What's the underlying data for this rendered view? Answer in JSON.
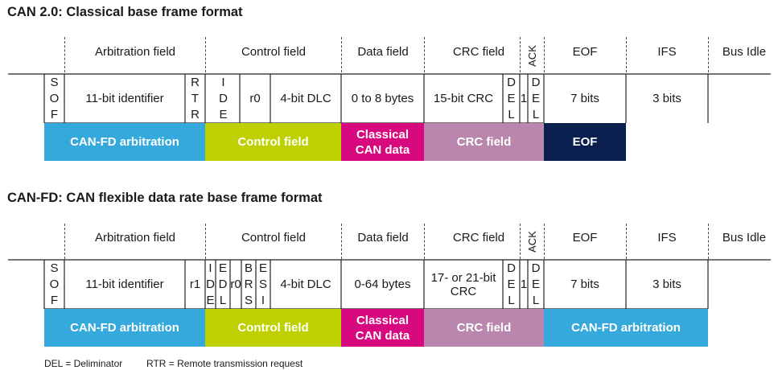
{
  "sections": [
    {
      "title": "CAN 2.0: Classical base frame format",
      "headers": {
        "arbitration": "Arbitration field",
        "control": "Control field",
        "data": "Data field",
        "crc": "CRC field",
        "ack": "ACK",
        "eof": "EOF",
        "ifs": "IFS",
        "bus_idle": "Bus Idle"
      },
      "bits": {
        "sof": [
          "S",
          "O",
          "F"
        ],
        "identifier": "11-bit identifier",
        "rtr": [
          "R",
          "T",
          "R"
        ],
        "ide": [
          "I",
          "D",
          "E"
        ],
        "r0": "r0",
        "dlc": "4-bit DLC",
        "data": "0 to 8 bytes",
        "crc": "15-bit CRC",
        "crc_del": [
          "D",
          "E",
          "L"
        ],
        "ack_slot": "1",
        "ack_del": [
          "D",
          "E",
          "L"
        ],
        "eof": "7 bits",
        "ifs": "3 bits"
      },
      "bars": [
        {
          "label": "CAN-FD arbitration",
          "color": "#36a9dc"
        },
        {
          "label": "Control field",
          "color": "#bed000"
        },
        {
          "label": "Classical CAN data",
          "color": "#d8097e"
        },
        {
          "label": "CRC field",
          "color": "#b987ad"
        },
        {
          "label": "EOF",
          "color": "#0b1f4f"
        }
      ]
    },
    {
      "title": "CAN-FD: CAN flexible data rate base frame format",
      "headers": {
        "arbitration": "Arbitration field",
        "control": "Control field",
        "data": "Data field",
        "crc": "CRC field",
        "ack": "ACK",
        "eof": "EOF",
        "ifs": "IFS",
        "bus_idle": "Bus Idle"
      },
      "bits": {
        "sof": [
          "S",
          "O",
          "F"
        ],
        "identifier": "11-bit identifier",
        "r1": "r1",
        "ide": [
          "I",
          "D",
          "E"
        ],
        "edl": [
          "E",
          "D",
          "L"
        ],
        "r0": "r0",
        "brs": [
          "B",
          "R",
          "S"
        ],
        "esi": [
          "E",
          "S",
          "I"
        ],
        "dlc": "4-bit DLC",
        "data": "0-64 bytes",
        "crc": "17- or 21-bit CRC",
        "crc_del": [
          "D",
          "E",
          "L"
        ],
        "ack_slot": "1",
        "ack_del": [
          "D",
          "E",
          "L"
        ],
        "eof": "7 bits",
        "ifs": "3 bits"
      },
      "bars": [
        {
          "label": "CAN-FD arbitration",
          "color": "#36a9dc"
        },
        {
          "label": "Control field",
          "color": "#bed000"
        },
        {
          "label": "Classical CAN data",
          "color": "#d8097e"
        },
        {
          "label": "CRC field",
          "color": "#b987ad"
        },
        {
          "label": "CAN-FD arbitration",
          "color": "#36a9dc"
        }
      ]
    }
  ],
  "footer": {
    "del": "DEL = Deliminator",
    "rtr": "RTR = Remote transmission request"
  }
}
